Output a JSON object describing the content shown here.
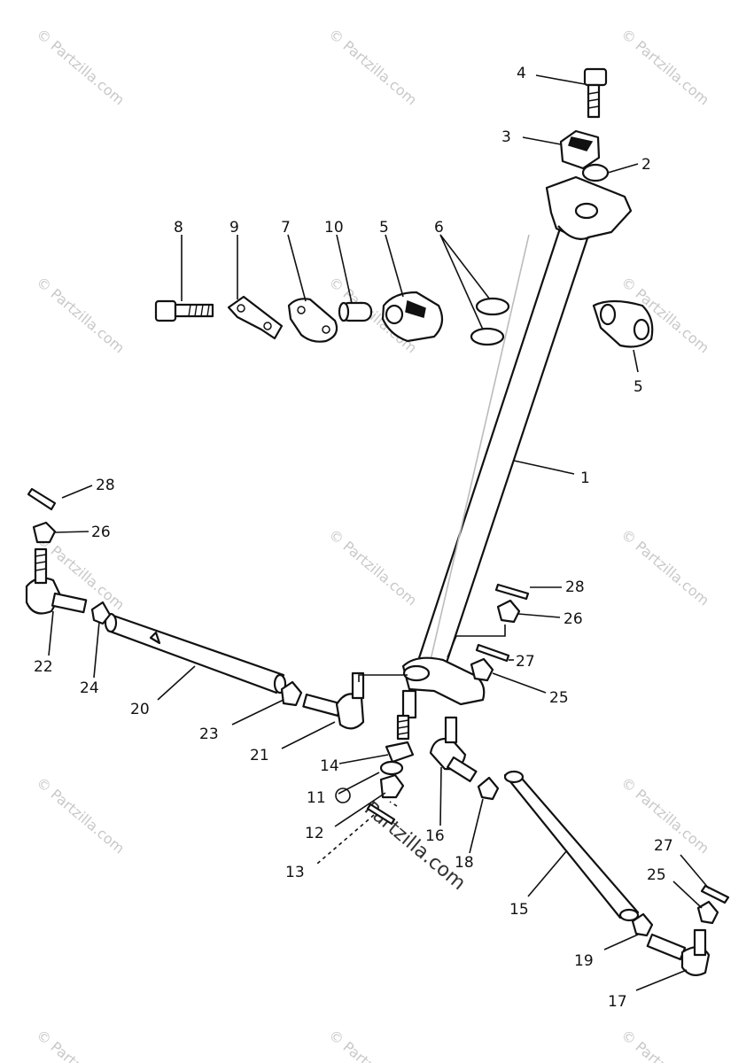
{
  "watermark": "© Partzilla.com",
  "center_watermark": "Partzilla.com",
  "callouts": {
    "p1": "1",
    "p2": "2",
    "p3": "3",
    "p4": "4",
    "p5a": "5",
    "p5b": "5",
    "p6": "6",
    "p7": "7",
    "p8": "8",
    "p9": "9",
    "p10": "10",
    "p11": "11",
    "p12": "12",
    "p13": "13",
    "p14": "14",
    "p15": "15",
    "p16": "16",
    "p17": "17",
    "p18": "18",
    "p19": "19",
    "p20": "20",
    "p21": "21",
    "p22": "22",
    "p23": "23",
    "p24": "24",
    "p25a": "25",
    "p25b": "25",
    "p26a": "26",
    "p26b": "26",
    "p27a": "27",
    "p27b": "27",
    "p28a": "28",
    "p28b": "28"
  }
}
